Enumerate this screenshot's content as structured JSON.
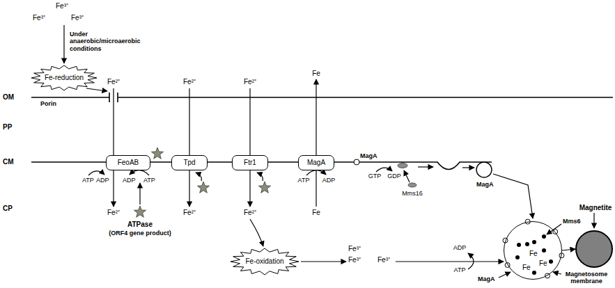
{
  "diagram": {
    "nodes": [
      {
        "text": [
          "Fe-reduction"
        ]
      },
      {
        "text": [
          "FeoAB"
        ]
      },
      {
        "text": [
          "Tpd"
        ]
      },
      {
        "text": [
          "Ftr1"
        ]
      },
      {
        "text": [
          "MagA"
        ]
      },
      {
        "text": [
          "Fe-oxidation"
        ]
      },
      {
        "text": [
          "Fe",
          "Fe",
          "Fe"
        ]
      },
      {
        "text": [
          "Magnetite"
        ]
      }
    ],
    "edges": [
      {
        "from": 6,
        "to": 7,
        "arrow": "to"
      }
    ],
    "labels": [
      "Fe³⁺",
      "Fe³⁺",
      "Fe³⁺",
      "Under anaerobic/microaerobic conditions",
      "OM",
      "PP",
      "CM",
      "CP",
      "Porin",
      "Fe²⁺",
      "Fe²⁺",
      "Fe²⁺",
      "Fe",
      "ATP",
      "ADP",
      "ADP",
      "ATP",
      "ATP",
      "ADP",
      "MagA",
      "GTP",
      "GDP",
      "Mms16",
      "MagA",
      "Fe²⁺",
      "Fe²⁺",
      "Fe²⁺",
      "Fe",
      "ATPase",
      "(ORF4 gene product)",
      "Fe³⁺",
      "Fe³⁺",
      "Fe³⁺",
      "ADP",
      "ATP",
      "Mms6",
      "MagA",
      "Magnetosome membrane"
    ]
  }
}
